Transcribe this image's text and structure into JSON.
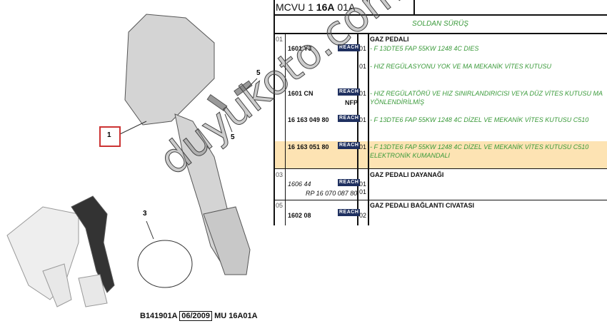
{
  "diagram": {
    "callouts": [
      "1",
      "3",
      "5",
      "5"
    ],
    "caption": {
      "code": "B141901A",
      "date": "06/2009",
      "ref": "MU 16A01A"
    }
  },
  "header": {
    "title_prefix": "MCVU 1 ",
    "title_bold": "16A",
    "title_suffix": " 01A",
    "section": "SOLDAN SÜRÜŞ"
  },
  "reach_label": "REACH",
  "groups": [
    {
      "item": "01",
      "title": "GAZ PEDALI",
      "lines": [
        {
          "part": "1601 Y3",
          "reach": true,
          "qty": "01",
          "desc": "- F 13DTE5 FAP 55KW 1248 4C DIES"
        },
        {
          "part": "",
          "reach": false,
          "qty": "01",
          "desc": "- HIZ REGÜLASYONU YOK VE MA MEKANİK VİTES KUTUSU"
        },
        {
          "part": "1601 CN",
          "note": "NFP",
          "reach": true,
          "qty": "01",
          "desc": "- HIZ REGÜLATÖRÜ VE HIZ SINIRLANDIRICISI VEYA DÜZ VİTES KUTUSU MA",
          "desc2": "YÖNLENDİRİLMİŞ"
        },
        {
          "part": "16 163 049 80",
          "reach": true,
          "qty": "01",
          "desc": "- F 13DTE6 FAP 55KW 1248 4C DİZEL VE MEKANİK VİTES KUTUSU C510"
        },
        {
          "part": "16 163 051 80",
          "reach": true,
          "qty": "01",
          "desc": "- F 13DTE6 FAP 55KW 1248 4C DİZEL VE MEKANİK VİTES KUTUSU C510",
          "desc2": "ELEKTRONİK KUMANDALI",
          "highlighted": true
        }
      ]
    },
    {
      "item": "03",
      "title": "GAZ PEDALI DAYANAĞI",
      "lines": [
        {
          "part": "1606 44",
          "reach": true,
          "qty": "01"
        },
        {
          "part": "RP 16 070 087 80",
          "qty": "01"
        }
      ]
    },
    {
      "item": "05",
      "title": "GAZ PEDALI BAĞLANTI CIVATASI",
      "lines": [
        {
          "part": "1602 08",
          "reach": true,
          "qty": "02"
        }
      ]
    }
  ],
  "watermark": "duyukoto.com",
  "colors": {
    "highlight": "#fde3b3",
    "green": "#3a9a3a",
    "reach": "#1f3060"
  }
}
